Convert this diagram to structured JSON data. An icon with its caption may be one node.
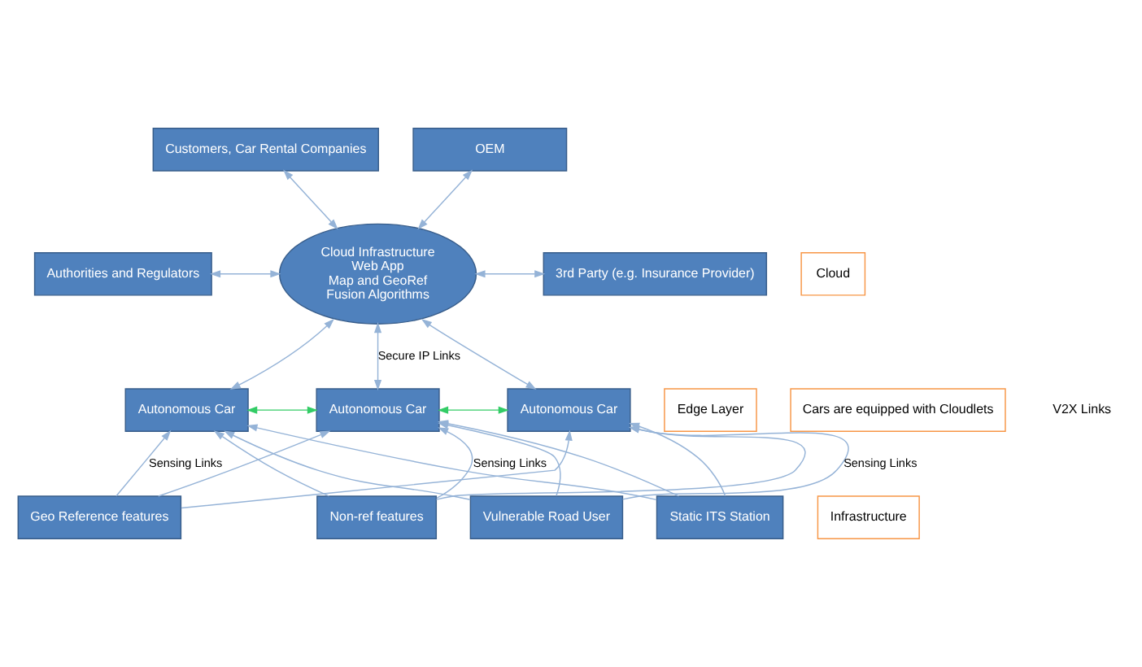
{
  "diagram": {
    "nodes": [
      {
        "text": [
          "Customers, Car Rental Companies"
        ]
      },
      {
        "text": [
          "Cloud Infrastructure",
          "Web App",
          "Map and GeoRef",
          "Fusion Algorithms"
        ]
      },
      {
        "text": [
          "OEM"
        ]
      },
      {
        "text": [
          "Authorities and Regulators"
        ]
      },
      {
        "text": [
          "3rd Party (e.g. Insurance Provider)"
        ]
      },
      {
        "text": [
          "Cloud"
        ]
      },
      {
        "text": [
          "Autonomous Car"
        ]
      },
      {
        "text": [
          "Autonomous Car"
        ]
      },
      {
        "text": [
          "Autonomous Car"
        ]
      },
      {
        "text": [
          "Edge Layer"
        ]
      },
      {
        "text": [
          "Cars are equipped with Cloudlets"
        ]
      },
      {
        "text": [
          "Geo Reference features"
        ]
      },
      {
        "text": [
          "Non-ref features"
        ]
      },
      {
        "text": [
          "Vulnerable Road User"
        ]
      },
      {
        "text": [
          "Static ITS Station"
        ]
      },
      {
        "text": [
          "Infrastructure"
        ]
      }
    ],
    "edges": [
      {
        "from": 0,
        "to": 1,
        "arrow": "both"
      },
      {
        "from": 3,
        "to": 1,
        "arrow": "both"
      },
      {
        "from": 1,
        "to": 2,
        "arrow": "both"
      },
      {
        "from": 1,
        "to": 4,
        "arrow": "both"
      },
      {
        "from": 1,
        "to": 6,
        "arrow": "both"
      },
      {
        "from": 1,
        "to": 7,
        "arrow": "both",
        "label": "Secure IP Links"
      },
      {
        "from": 1,
        "to": 8,
        "arrow": "both"
      },
      {
        "from": 6,
        "to": 7,
        "arrow": "both",
        "color": "#33cc66"
      },
      {
        "from": 7,
        "to": 8,
        "arrow": "both",
        "color": "#33cc66"
      },
      {
        "from": 11,
        "to": 6,
        "arrow": "to",
        "label": "Sensing Links"
      },
      {
        "from": 12,
        "to": 6,
        "arrow": "to"
      },
      {
        "from": 13,
        "to": 6,
        "arrow": "to"
      },
      {
        "from": 14,
        "to": 6,
        "arrow": "to"
      },
      {
        "from": 11,
        "to": 7,
        "arrow": "to"
      },
      {
        "from": 12,
        "to": 7,
        "arrow": "to",
        "label": "Sensing Links"
      },
      {
        "from": 13,
        "to": 7,
        "arrow": "to"
      },
      {
        "from": 14,
        "to": 7,
        "arrow": "to"
      },
      {
        "from": 11,
        "to": 8,
        "arrow": "to"
      },
      {
        "from": 12,
        "to": 8,
        "arrow": "to"
      },
      {
        "from": 13,
        "to": 8,
        "arrow": "to",
        "label": "Sensing Links"
      },
      {
        "from": 14,
        "to": 8,
        "arrow": "to"
      }
    ],
    "labels": [
      "V2X Links"
    ]
  }
}
